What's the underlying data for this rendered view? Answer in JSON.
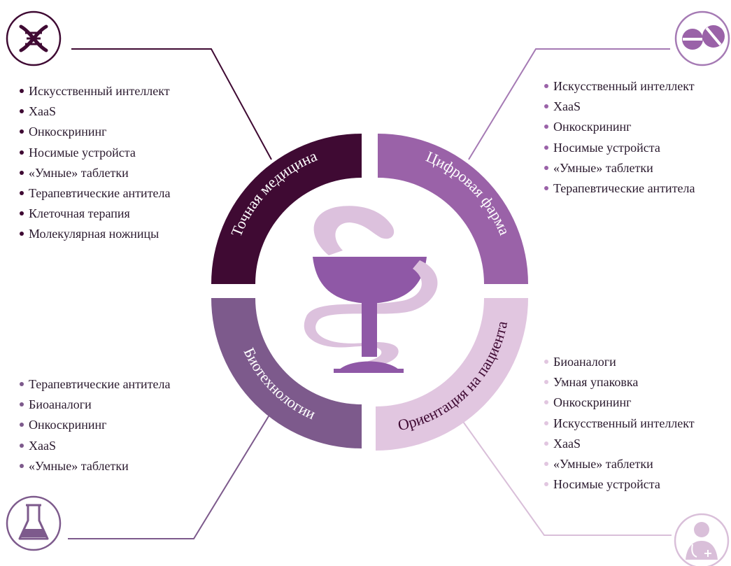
{
  "colors": {
    "dark_plum": "#3f0a33",
    "purple": "#9a62a8",
    "muted_purple": "#7d5a8c",
    "light_lilac": "#e1c6e0",
    "center_purple": "#8f58a6",
    "center_lilac": "#dcc1dd",
    "line_dark": "#3f0a33",
    "line_purple": "#a57ab4",
    "line_light": "#d9bfd9"
  },
  "segments": {
    "top_left": {
      "label": "Точная медицина",
      "icon": "dna-icon"
    },
    "top_right": {
      "label": "Цифровая фарма",
      "icon": "pills-icon"
    },
    "bottom_left": {
      "label": "Биотехнологии",
      "icon": "flask-icon"
    },
    "bottom_right": {
      "label": "Ориентация на пациента",
      "icon": "doctor-icon"
    }
  },
  "center": {
    "icon": "bowl-of-hygieia-icon"
  },
  "lists": {
    "top_left": [
      "Искусственный интеллект",
      "XaaS",
      "Онкоскрининг",
      "Носимые устройста",
      "«Умные» таблетки",
      "Терапевтические антитела",
      "Клеточная терапия",
      "Молекулярная ножницы"
    ],
    "top_right": [
      "Искусственный интеллект",
      "XaaS",
      "Онкоскрининг",
      "Носимые устройста",
      "«Умные» таблетки",
      "Терапевтические антитела"
    ],
    "bottom_left": [
      "Терапевтические антитела",
      "Биоаналоги",
      "Онкоскрининг",
      "XaaS",
      "«Умные» таблетки"
    ],
    "bottom_right": [
      "Биоаналоги",
      "Умная упаковка",
      "Онкоскрининг",
      "Искусственный интеллект",
      "XaaS",
      "«Умные» таблетки",
      "Носимые устройста"
    ]
  }
}
